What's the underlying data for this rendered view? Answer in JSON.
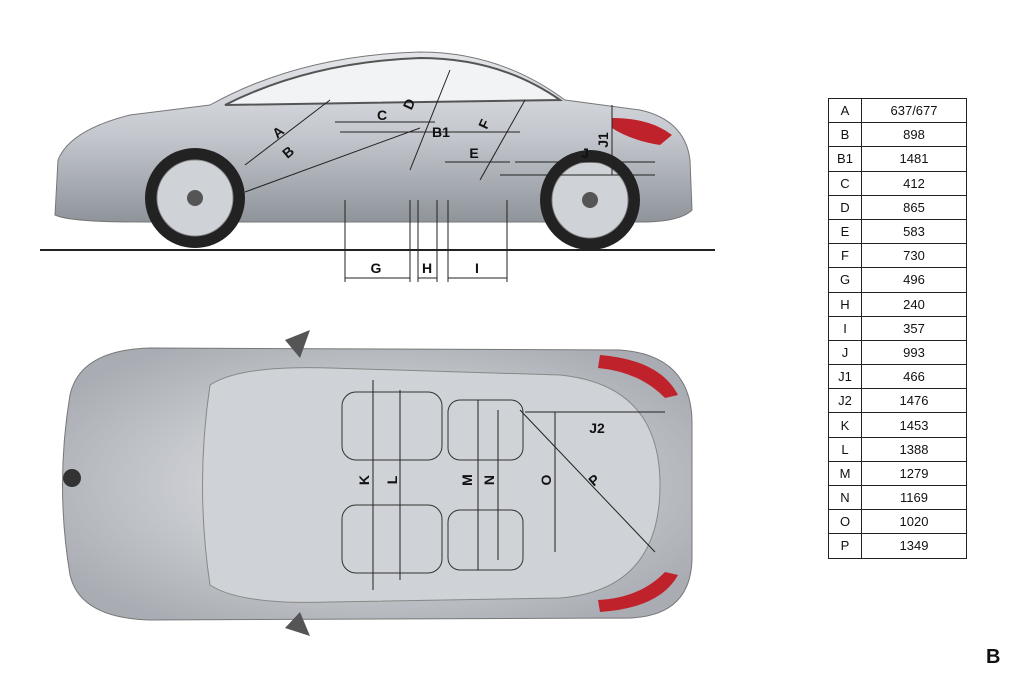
{
  "figure_label": "B",
  "side_view_labels": [
    "A",
    "B",
    "C",
    "D",
    "B1",
    "E",
    "F",
    "J",
    "J1",
    "G",
    "H",
    "I"
  ],
  "top_view_labels": [
    "K",
    "L",
    "M",
    "N",
    "O",
    "P",
    "J2"
  ],
  "dimensions": [
    {
      "key": "A",
      "value": "637/677"
    },
    {
      "key": "B",
      "value": "898"
    },
    {
      "key": "B1",
      "value": "1481"
    },
    {
      "key": "C",
      "value": "412"
    },
    {
      "key": "D",
      "value": "865"
    },
    {
      "key": "E",
      "value": "583"
    },
    {
      "key": "F",
      "value": "730"
    },
    {
      "key": "G",
      "value": "496"
    },
    {
      "key": "H",
      "value": "240"
    },
    {
      "key": "I",
      "value": "357"
    },
    {
      "key": "J",
      "value": "993"
    },
    {
      "key": "J1",
      "value": "466"
    },
    {
      "key": "J2",
      "value": "1476"
    },
    {
      "key": "K",
      "value": "1453"
    },
    {
      "key": "L",
      "value": "1388"
    },
    {
      "key": "M",
      "value": "1279"
    },
    {
      "key": "N",
      "value": "1169"
    },
    {
      "key": "O",
      "value": "1020"
    },
    {
      "key": "P",
      "value": "1349"
    }
  ]
}
